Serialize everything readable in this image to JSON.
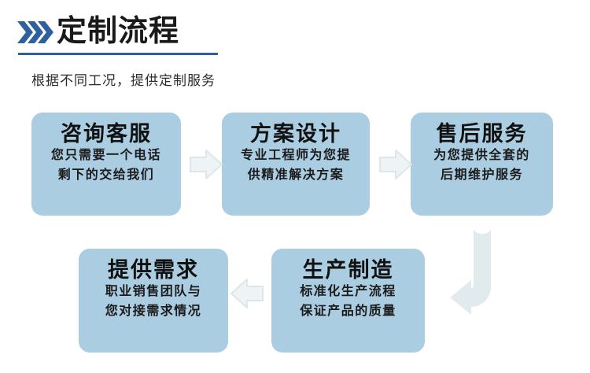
{
  "header": {
    "chevron_icon": "double-chevron-right-icon",
    "title": "定制流程",
    "subtitle": "根据不同工况，提供定制服务",
    "accent_color": "#2f5f9e"
  },
  "theme": {
    "box_fill": "#abcde2",
    "arrow_fill": "#e3ecef",
    "title_text_color": "#111111",
    "body_text_color": "#1b1b1b",
    "background": "#ffffff"
  },
  "flow": {
    "steps": [
      {
        "id": "step-1",
        "title": "咨询客服",
        "lines": [
          "您只需要一个电话",
          "剩下的交给我们"
        ]
      },
      {
        "id": "step-2",
        "title": "方案设计",
        "lines": [
          "专业工程师为您提",
          "供精准解决方案"
        ]
      },
      {
        "id": "step-3",
        "title": "售后服务",
        "lines": [
          "为您提供全套的",
          "后期维护服务"
        ]
      },
      {
        "id": "step-4",
        "title": "提供需求",
        "lines": [
          "职业销售团队与",
          "您对接需求情况"
        ]
      },
      {
        "id": "step-5",
        "title": "生产制造",
        "lines": [
          "标准化生产流程",
          "保证产品的质量"
        ]
      }
    ],
    "connectors": [
      {
        "id": "connector-1",
        "icon": "arrow-right-icon",
        "from": "step-1",
        "to": "step-2"
      },
      {
        "id": "connector-2",
        "icon": "arrow-right-icon",
        "from": "step-2",
        "to": "step-3"
      },
      {
        "id": "connector-3",
        "icon": "arrow-u-turn-down-left-icon",
        "from": "step-3",
        "to": "step-5"
      },
      {
        "id": "connector-4",
        "icon": "arrow-left-icon",
        "from": "step-5",
        "to": "step-4"
      }
    ]
  }
}
